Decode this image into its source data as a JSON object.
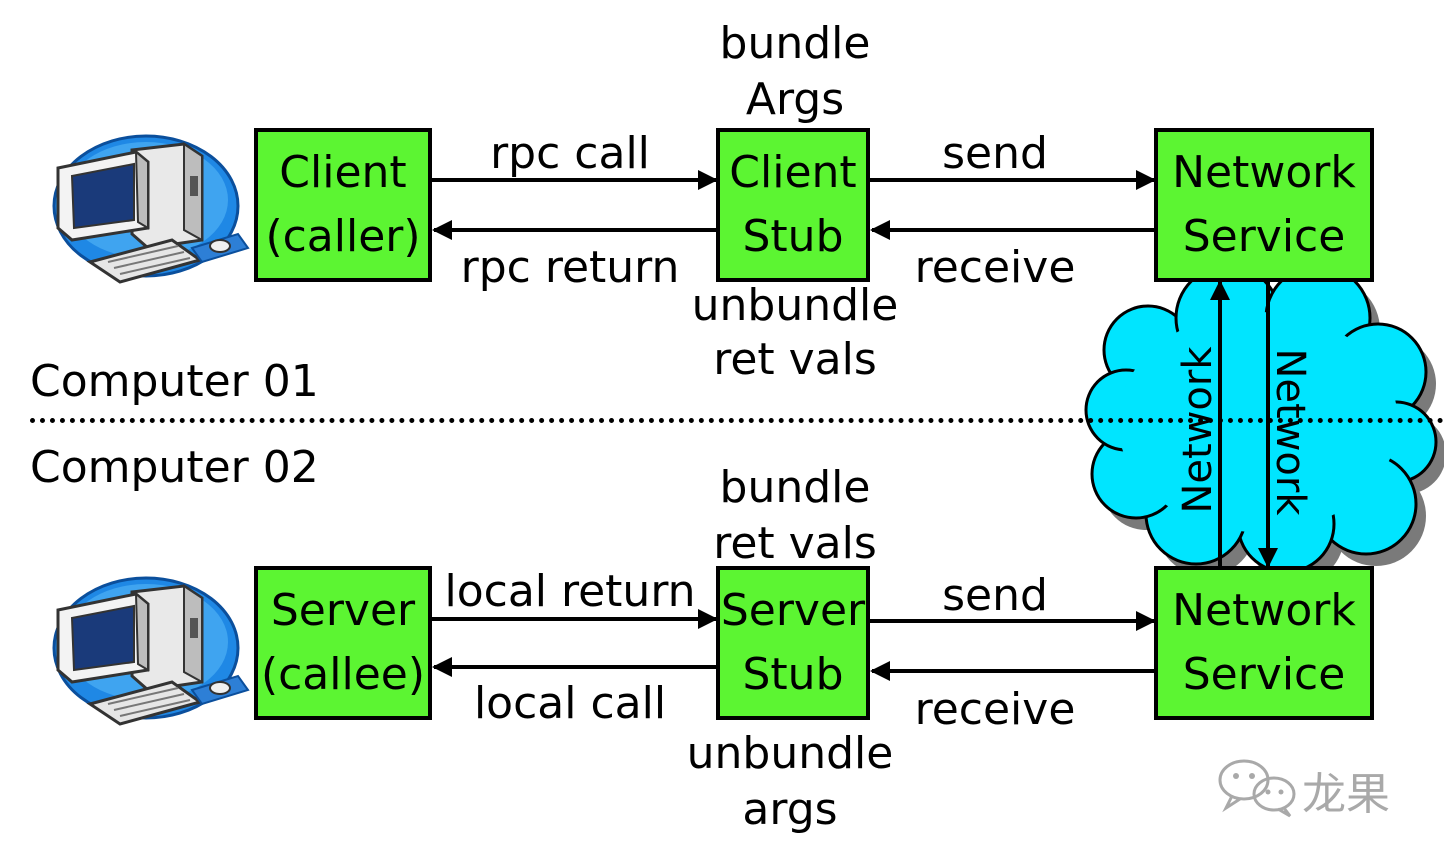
{
  "boxes": {
    "client": [
      "Client",
      "(caller)"
    ],
    "client_stub": [
      "Client",
      "Stub"
    ],
    "network_service_top": [
      "Network",
      "Service"
    ],
    "server": [
      "Server",
      "(callee)"
    ],
    "server_stub": [
      "Server",
      "Stub"
    ],
    "network_service_bottom": [
      "Network",
      "Service"
    ]
  },
  "labels": {
    "bundle_args": [
      "bundle",
      "Args"
    ],
    "rpc_call": "rpc call",
    "rpc_return": "rpc return",
    "send_top": "send",
    "receive_top": "receive",
    "unbundle_ret_vals": [
      "unbundle",
      "ret vals"
    ],
    "computer_01": "Computer 01",
    "computer_02": "Computer 02",
    "bundle_ret_vals": [
      "bundle",
      "ret vals"
    ],
    "local_return": "local return",
    "local_call": "local call",
    "send_bottom": "send",
    "receive_bottom": "receive",
    "unbundle_args": [
      "unbundle",
      "args"
    ],
    "network_up": "Network",
    "network_down": "Network"
  },
  "watermark": {
    "text": "龙果",
    "icon": "wechat-icon"
  },
  "icons": {
    "computer": "desktop-computer-icon",
    "cloud": "network-cloud-icon"
  },
  "colors": {
    "box_fill": "#5cf532",
    "cloud_fill": "#00e5ff",
    "cloud_shadow": "#7a7a7a",
    "watermark": "#a9a9a9"
  }
}
